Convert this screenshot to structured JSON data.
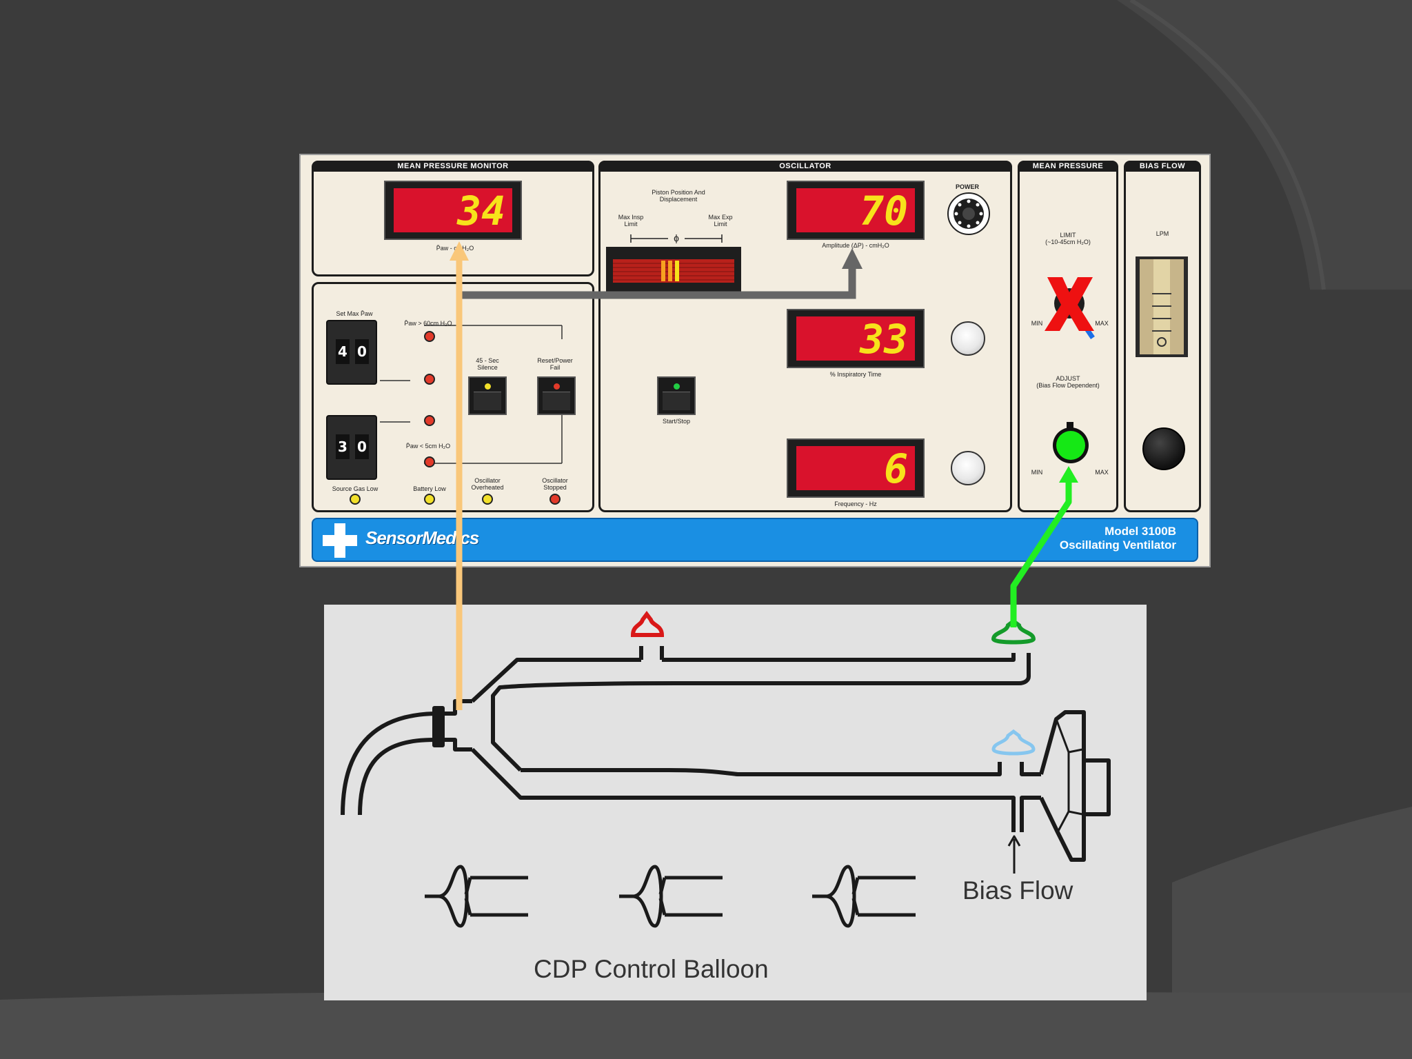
{
  "colors": {
    "slide_bg": "#3b3b3b",
    "panel_bg": "#f3ede0",
    "display_red": "#d9122c",
    "display_digit": "#f7e21b",
    "brand_blue": "#1a8fe3",
    "paw_line": "#f9c77a",
    "bias_line": "#22ee22",
    "gray_arrow": "#666666",
    "red_x": "#ee1111"
  },
  "mean_pressure_monitor": {
    "title": "MEAN PRESSURE MONITOR",
    "display_value": "34",
    "caption": "P̄aw - cmH₂O"
  },
  "alarms": {
    "set_max_label": "Set Max P̄aw",
    "max_thumbwheel": [
      "4",
      "0"
    ],
    "min_thumbwheel": [
      "3",
      "0"
    ],
    "high_label": "P̄aw > 60cm H₂O",
    "low_label": "P̄aw < 5cm H₂O",
    "silence_label": "45 - Sec Silence",
    "reset_label": "Reset/Power Fail",
    "bottom_labels": [
      "Source Gas Low",
      "Battery Low",
      "Oscillator Overheated",
      "Oscillator Stopped"
    ]
  },
  "oscillator": {
    "title": "OSCILLATOR",
    "piston_label": "Piston Position And Displacement",
    "max_insp_label": "Max Insp Limit",
    "max_exp_label": "Max Exp Limit",
    "center_symbol": "ɸ",
    "power_label": "POWER",
    "start_stop_label": "Start/Stop",
    "amplitude_value": "70",
    "amplitude_caption": "Amplitude (ΔP) - cmH₂O",
    "insp_time_value": "33",
    "insp_time_caption": "% Inspiratory Time",
    "frequency_value": "6",
    "frequency_caption": "Frequency - Hz"
  },
  "mean_pressure": {
    "title": "MEAN PRESSURE",
    "limit_label": "LIMIT",
    "limit_range": "(~10-45cm H₂O)",
    "min_label": "MIN",
    "max_label": "MAX",
    "adjust_label": "ADJUST",
    "adjust_sub": "(Bias Flow Dependent)"
  },
  "bias_flow": {
    "title": "BIAS FLOW",
    "unit": "LPM"
  },
  "brand": {
    "name": "SensorMedics",
    "model_line1": "Model 3100B",
    "model_line2": "Oscillating Ventilator"
  },
  "diagram": {
    "bias_flow_label": "Bias Flow",
    "balloon_label": "CDP Control Balloon"
  }
}
